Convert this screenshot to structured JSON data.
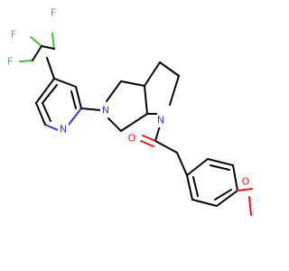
{
  "molecule": {
    "colors": {
      "carbon_bond": "#000000",
      "nitrogen": "#3333ff",
      "oxygen": "#ff0d0d",
      "fluorine": "#33cc33"
    },
    "atom_labels": {
      "f1": "F",
      "f2": "F",
      "f3": "F",
      "n_pyridine": "N",
      "n_pyrrolidine_top": "N",
      "n_pyrrolidine_bottom": "N",
      "o_carbonyl": "O",
      "o_methoxy": "O"
    }
  }
}
